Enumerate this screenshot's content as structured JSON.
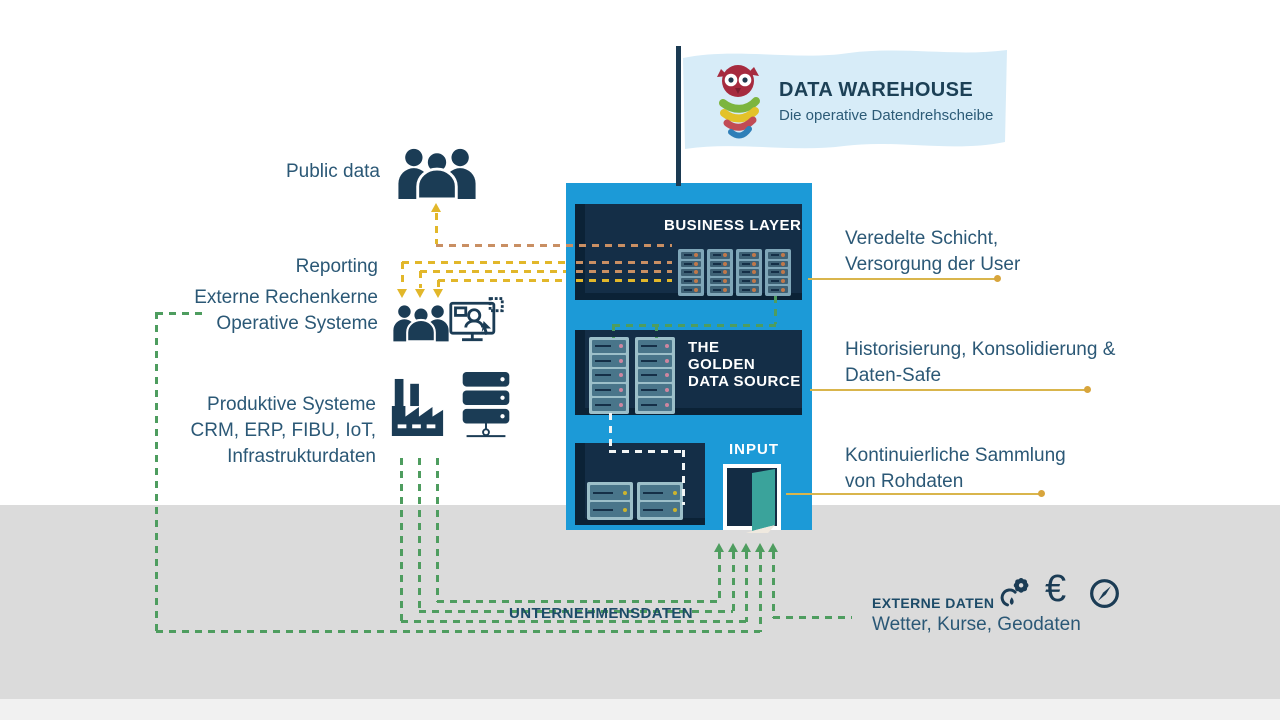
{
  "flag": {
    "title": "DATA WAREHOUSE",
    "subtitle": "Die operative Datendrehscheibe"
  },
  "building": {
    "business_label": "BUSINESS LAYER",
    "golden_line1": "THE",
    "golden_line2": "GOLDEN",
    "golden_line3": "DATA SOURCE",
    "input_label": "INPUT"
  },
  "left_labels": {
    "public_data": "Public data",
    "reporting": "Reporting",
    "externe_rechenkerne": "Externe Rechenkerne",
    "operative_systeme": "Operative Systeme",
    "produktive_systeme": "Produktive Systeme",
    "produktive_systeme_2": "CRM, ERP, FIBU, IoT,",
    "produktive_systeme_3": "Infrastrukturdaten"
  },
  "right_annotations": {
    "business": {
      "line1": "Veredelte Schicht,",
      "line2": "Versorgung der User"
    },
    "golden": {
      "line1": "Historisierung, Konsolidierung &",
      "line2": "Daten-Safe"
    },
    "input": {
      "line1": "Kontinuierliche Sammlung",
      "line2": "von Rohdaten"
    }
  },
  "bottom": {
    "unternehmensdaten": "UNTERNEHMENSDATEN",
    "externe_daten": "EXTERNE DATEN",
    "externe_daten_sub": "Wetter, Kurse, Geodaten"
  },
  "icons": {
    "euro_symbol": "€"
  },
  "colors": {
    "building_blue": "#1C9AD7",
    "room_navy": "#142E47",
    "accent_yellow": "#E2B72A",
    "accent_tan": "#C98F63",
    "accent_green": "#4E9D5F",
    "flag_blue": "#D7ECF8",
    "text_navy": "#2B5876",
    "gray_band": "#DBDBDB"
  }
}
